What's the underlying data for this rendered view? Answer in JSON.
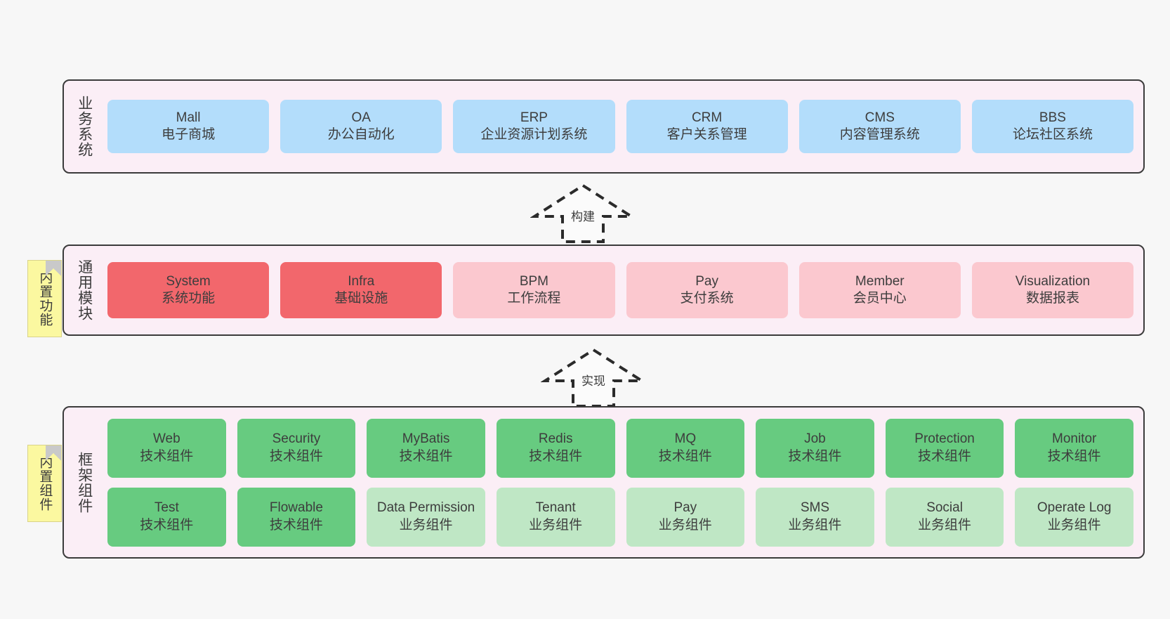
{
  "layers": [
    {
      "id": "business",
      "title": "业务系统",
      "rows": [
        [
          {
            "en": "Mall",
            "cn": "电子商城",
            "color": "blue"
          },
          {
            "en": "OA",
            "cn": "办公自动化",
            "color": "blue"
          },
          {
            "en": "ERP",
            "cn": "企业资源计划系统",
            "color": "blue"
          },
          {
            "en": "CRM",
            "cn": "客户关系管理",
            "color": "blue"
          },
          {
            "en": "CMS",
            "cn": "内容管理系统",
            "color": "blue"
          },
          {
            "en": "BBS",
            "cn": "论坛社区系统",
            "color": "blue"
          }
        ]
      ]
    },
    {
      "id": "common",
      "title": "通用模块",
      "note": "内置功能",
      "rows": [
        [
          {
            "en": "System",
            "cn": "系统功能",
            "color": "red"
          },
          {
            "en": "Infra",
            "cn": "基础设施",
            "color": "red"
          },
          {
            "en": "BPM",
            "cn": "工作流程",
            "color": "pink"
          },
          {
            "en": "Pay",
            "cn": "支付系统",
            "color": "pink"
          },
          {
            "en": "Member",
            "cn": "会员中心",
            "color": "pink"
          },
          {
            "en": "Visualization",
            "cn": "数据报表",
            "color": "pink"
          }
        ]
      ]
    },
    {
      "id": "framework",
      "title": "框架组件",
      "note": "内置组件",
      "rows": [
        [
          {
            "en": "Web",
            "cn": "技术组件",
            "color": "green"
          },
          {
            "en": "Security",
            "cn": "技术组件",
            "color": "green"
          },
          {
            "en": "MyBatis",
            "cn": "技术组件",
            "color": "green"
          },
          {
            "en": "Redis",
            "cn": "技术组件",
            "color": "green"
          },
          {
            "en": "MQ",
            "cn": "技术组件",
            "color": "green"
          },
          {
            "en": "Job",
            "cn": "技术组件",
            "color": "green"
          },
          {
            "en": "Protection",
            "cn": "技术组件",
            "color": "green"
          },
          {
            "en": "Monitor",
            "cn": "技术组件",
            "color": "green"
          }
        ],
        [
          {
            "en": "Test",
            "cn": "技术组件",
            "color": "green"
          },
          {
            "en": "Flowable",
            "cn": "技术组件",
            "color": "green"
          },
          {
            "en": "Data Permission",
            "cn": "业务组件",
            "color": "lightgreen",
            "wrap": true
          },
          {
            "en": "Tenant",
            "cn": "业务组件",
            "color": "lightgreen"
          },
          {
            "en": "Pay",
            "cn": "业务组件",
            "color": "lightgreen"
          },
          {
            "en": "SMS",
            "cn": "业务组件",
            "color": "lightgreen"
          },
          {
            "en": "Social",
            "cn": "业务组件",
            "color": "lightgreen"
          },
          {
            "en": "Operate Log",
            "cn": "业务组件",
            "color": "lightgreen"
          }
        ]
      ]
    }
  ],
  "arrows": [
    {
      "id": "build",
      "label": "构建"
    },
    {
      "id": "impl",
      "label": "实现"
    }
  ],
  "colors": {
    "canvas": "#f7f7f7",
    "layer_bg": "#fbeef6",
    "layer_border": "#3b3b3b",
    "business_card": "#b3ddfb",
    "module_strong": "#f2676c",
    "module_soft": "#fbc8cf",
    "tech_component": "#67cb80",
    "biz_component": "#bfe7c5",
    "note_bg": "#fbf8a0",
    "note_fold": "#c9c9c9",
    "text": "#3d3d3d"
  }
}
